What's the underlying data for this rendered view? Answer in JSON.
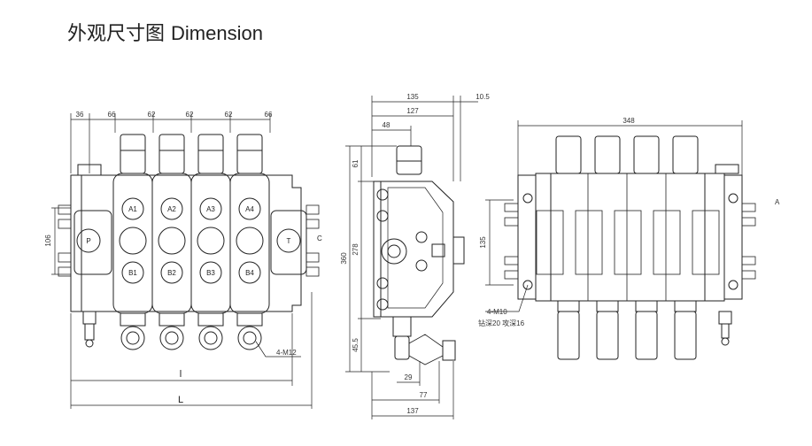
{
  "title": {
    "zh": "外观尺寸图",
    "en": "Dimension"
  },
  "front_view": {
    "top_dims": [
      "36",
      "66",
      "62",
      "62",
      "62",
      "66"
    ],
    "left_dim": "106",
    "ports_a": [
      "A1",
      "A2",
      "A3",
      "A4"
    ],
    "ports_b": [
      "B1",
      "B2",
      "B3",
      "B4"
    ],
    "port_p": "P",
    "port_t": "T",
    "port_c": "C",
    "callout": "4-M12",
    "len_inner": "l",
    "len_outer": "L"
  },
  "side_view": {
    "top_dims": [
      "135",
      "10.5",
      "127",
      "48"
    ],
    "left_dims": [
      "61",
      "360",
      "278",
      "45.5"
    ],
    "bottom_dims": [
      "29",
      "77",
      "137"
    ]
  },
  "rear_view": {
    "top_dim": "348",
    "left_dim": "135",
    "right_label": "A",
    "callout_1": "4-M10",
    "callout_2": "钻深20 攻深16"
  }
}
